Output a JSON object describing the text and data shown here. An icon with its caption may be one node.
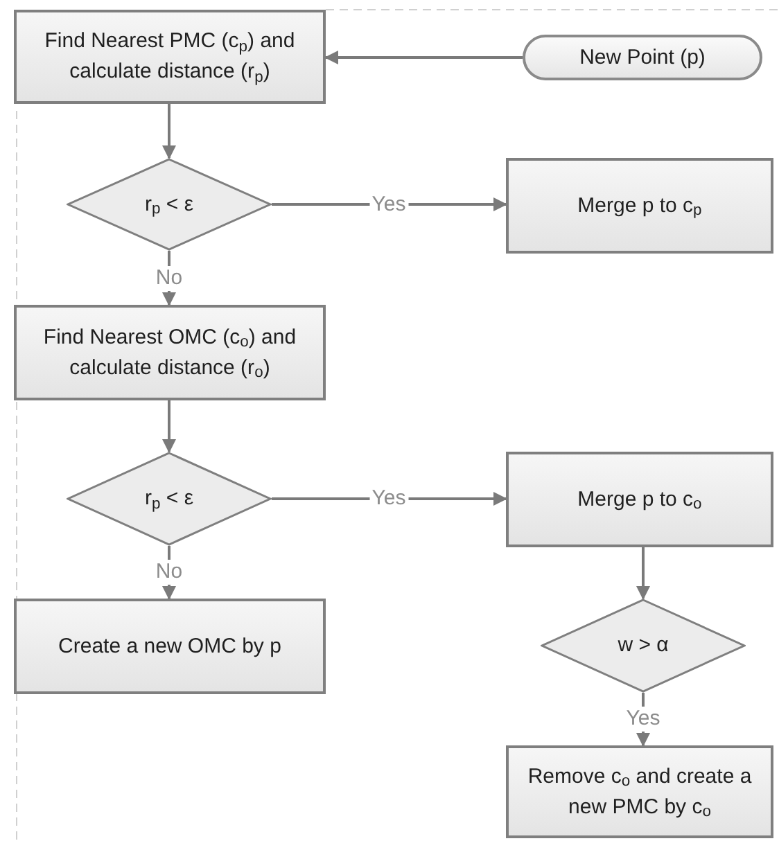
{
  "diagram": {
    "nodes": [
      {
        "text": [
          "Find Nearest PMC (c$_{p}$) and calculate distance (r$_{p}$)"
        ]
      },
      {
        "text": [
          "New Point (p)"
        ]
      },
      {
        "text": [
          "r$_{p}$ < ε"
        ]
      },
      {
        "text": [
          "Merge p to c$_{p}$"
        ]
      },
      {
        "text": [
          "Find Nearest OMC (c$_{o}$) and calculate distance (r$_{o}$)"
        ]
      },
      {
        "text": [
          "r$_{p}$ < ε"
        ]
      },
      {
        "text": [
          "Merge p to c$_{o}$"
        ]
      },
      {
        "text": [
          "Create a new OMC by p"
        ]
      },
      {
        "text": [
          "w >  α"
        ]
      },
      {
        "text": [
          "Remove c$_{o}$  and create a new PMC by c$_{o}$"
        ]
      }
    ],
    "edges": [
      {
        "from": 1,
        "to": 0,
        "arrow": "to"
      },
      {
        "from": 0,
        "to": 2,
        "arrow": "to"
      },
      {
        "from": 2,
        "to": 3,
        "arrow": "to",
        "label": "Yes"
      },
      {
        "from": 2,
        "to": 4,
        "arrow": "to",
        "label": "No"
      },
      {
        "from": 4,
        "to": 5,
        "arrow": "to"
      },
      {
        "from": 5,
        "to": 6,
        "arrow": "to",
        "label": "Yes"
      },
      {
        "from": 5,
        "to": 7,
        "arrow": "to",
        "label": "No"
      },
      {
        "from": 6,
        "to": 8,
        "arrow": "to"
      },
      {
        "from": 8,
        "to": 9,
        "arrow": "to",
        "label": "Yes"
      }
    ]
  }
}
